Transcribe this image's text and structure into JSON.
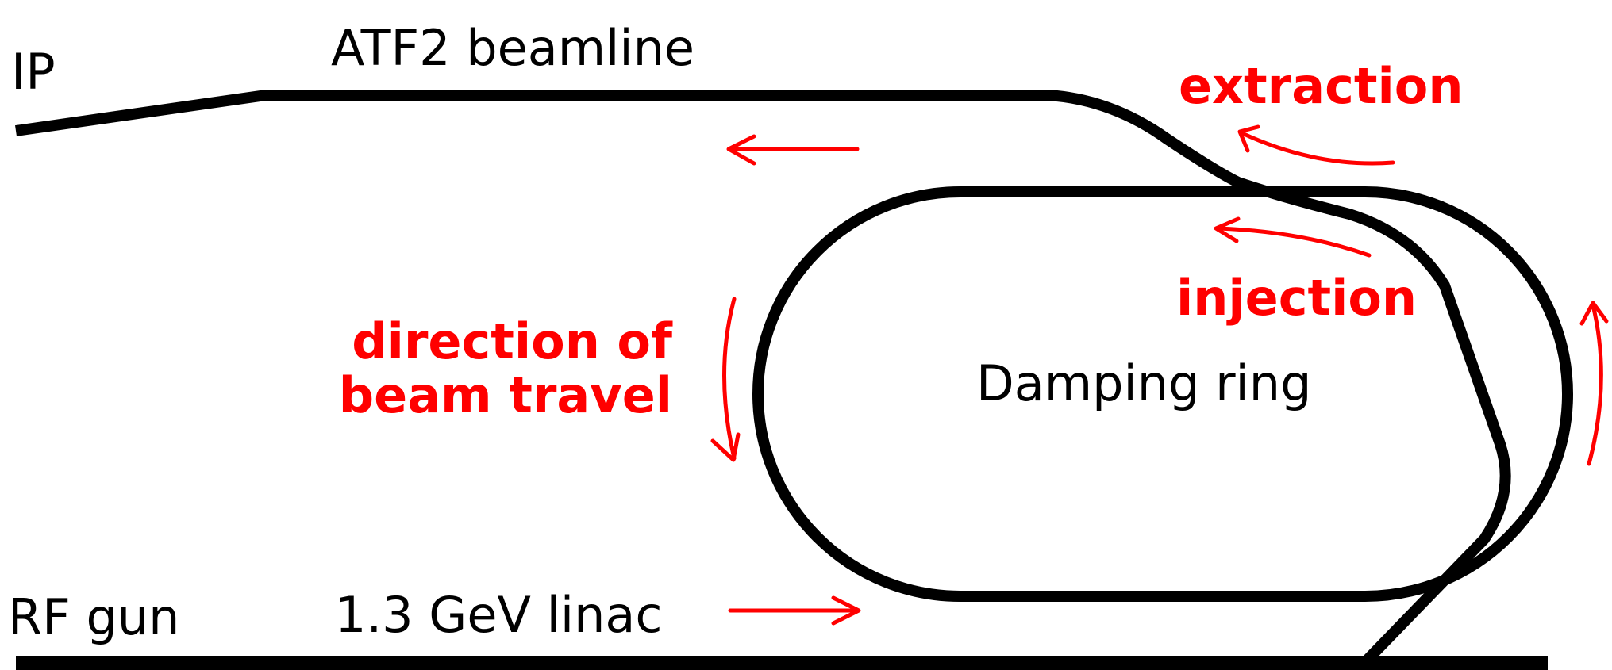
{
  "labels": {
    "ip": "IP",
    "atf2_beamline": "ATF2 beamline",
    "extraction": "extraction",
    "injection": "injection",
    "damping_ring": "Damping ring",
    "direction_line1": "direction of",
    "direction_line2": "beam travel",
    "rf_gun": "RF gun",
    "linac": "1.3 GeV linac"
  },
  "colors": {
    "beamline": "#000000",
    "annotation": "#ff0000",
    "background": "#ffffff"
  }
}
